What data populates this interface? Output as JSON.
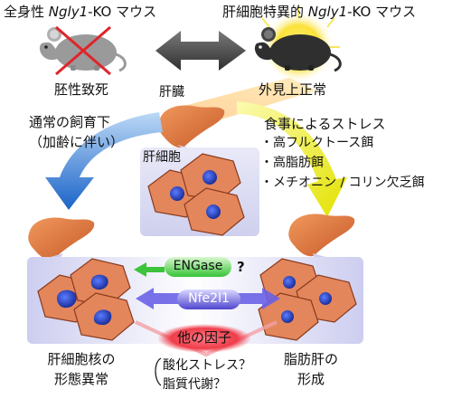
{
  "header": {
    "left": {
      "prefix": "全身性 ",
      "gene": "Ngly1",
      "suffix": "-KO マウス"
    },
    "right": {
      "prefix": "肝細胞特異的 ",
      "gene": "Ngly1",
      "suffix": "-KO マウス"
    }
  },
  "outcomes": {
    "left": "胚性致死",
    "right": "外見上正常"
  },
  "center_label": "肝臓",
  "hepatocyte_label": "肝細胞",
  "left_path": {
    "line1": "通常の飼育下",
    "line2": "（加齢に伴い）"
  },
  "right_path": {
    "title": "食事によるストレス",
    "items": [
      "高フルクトース餌",
      "高脂肪餌",
      "メチオニン / コリン欠乏餌"
    ],
    "bullet": "・"
  },
  "factors": {
    "engase": "ENGase",
    "engase_mark": "?",
    "nfe2l1": "Nfe2l1",
    "other": "他の因子",
    "other_items": [
      "酸化ストレス？",
      "脂質代謝？"
    ]
  },
  "results": {
    "left": {
      "line1": "肝細胞核の",
      "line2": "形態異常"
    },
    "right": {
      "line1": "脂肪肝の",
      "line2": "形成"
    }
  },
  "colors": {
    "mouse": "#8c8c8c",
    "cross": "#e0242b",
    "liver": "#d9703e",
    "cell": "#e3865c",
    "nucleus": "#2a46c8",
    "panel": "#dcdcf3",
    "blue_arrow": "#1e6fd2",
    "yellow_arrow": "#e2e000",
    "green": "#2fbf2f",
    "purple": "#5a52d8",
    "red": "#e8424c"
  }
}
